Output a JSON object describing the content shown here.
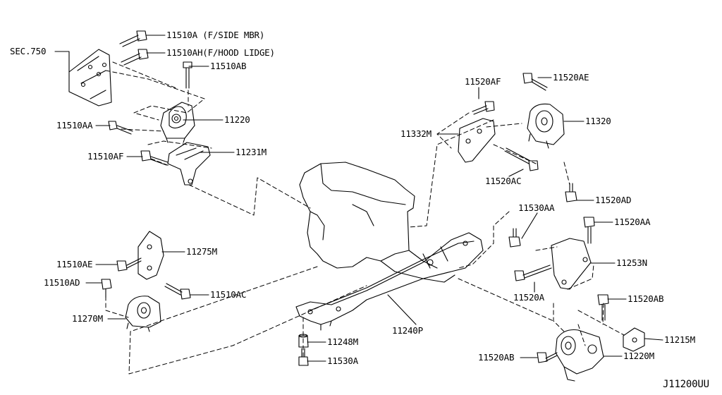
{
  "diagram": {
    "reference_label": "SEC.750",
    "figure_code": "J11200UU",
    "callouts": {
      "p11510A": "11510A (F/SIDE MBR)",
      "p11510AH": "11510AH(F/HOOD LIDGE)",
      "p11510AB": "11510AB",
      "p11220": "11220",
      "p11510AA": "11510AA",
      "p11231M": "11231M",
      "p11510AF": "11510AF",
      "p11520AF": "11520AF",
      "p11520AE": "11520AE",
      "p11332M": "11332M",
      "p11320": "11320",
      "p11520AC": "11520AC",
      "p11520AD": "11520AD",
      "p11530AA": "11530AA",
      "p11520AA": "11520AA",
      "p11275M": "11275M",
      "p11510AE": "11510AE",
      "p11510AD": "11510AD",
      "p11510AC": "11510AC",
      "p11253N": "11253N",
      "p11520A": "11520A",
      "p11270M": "11270M",
      "p11240P": "11240P",
      "p11520AB_upper": "11520AB",
      "p11248M": "11248M",
      "p11215M": "11215M",
      "p11530A": "11530A",
      "p11520AB_lower": "11520AB",
      "p11220M": "11220M"
    }
  }
}
